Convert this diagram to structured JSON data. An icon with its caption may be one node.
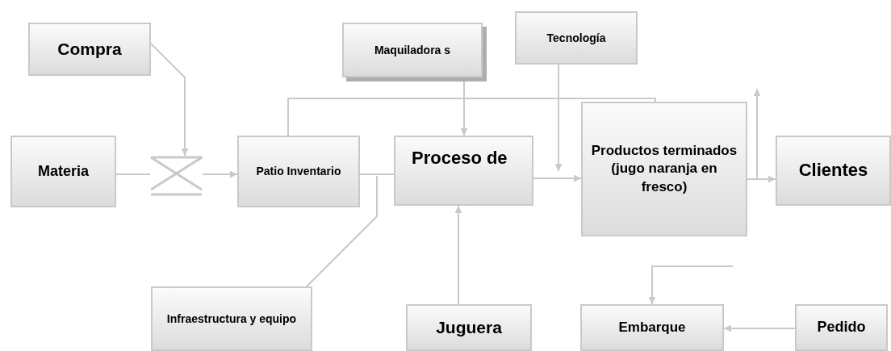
{
  "diagram": {
    "nodes": [
      {
        "text": [
          "Compra"
        ]
      },
      {
        "text": [
          "Maquiladora s"
        ]
      },
      {
        "text": [
          "Tecnología"
        ]
      },
      {
        "text": [
          "Materia"
        ]
      },
      {
        "text": [],
        "shape": "valve"
      },
      {
        "text": [
          "Patio Inventario"
        ]
      },
      {
        "text": [
          "Proceso de"
        ]
      },
      {
        "text": [
          "Productos terminados (jugo naranja en fresco)"
        ]
      },
      {
        "text": [
          "Clientes"
        ]
      },
      {
        "text": [
          "Infraestructura y equipo"
        ]
      },
      {
        "text": [
          "Juguera"
        ]
      },
      {
        "text": [
          "Embarque"
        ]
      },
      {
        "text": [
          "Pedido"
        ]
      }
    ],
    "edges": [
      {
        "from": 0,
        "to": 4,
        "arrow": "to"
      },
      {
        "from": 3,
        "to": 4,
        "arrow": "none"
      },
      {
        "from": 4,
        "to": 5,
        "arrow": "to"
      },
      {
        "from": 5,
        "to": 7,
        "arrow": "none"
      },
      {
        "from": 1,
        "to": 6,
        "arrow": "to"
      },
      {
        "from": 2,
        "to": 7,
        "arrow": "to"
      },
      {
        "from": 5,
        "to": 6,
        "arrow": "none"
      },
      {
        "from": 9,
        "to": null,
        "arrow": "none"
      },
      {
        "from": 10,
        "to": 6,
        "arrow": "to"
      },
      {
        "from": 6,
        "to": 7,
        "arrow": "to"
      },
      {
        "from": 7,
        "to": 8,
        "arrow": "to"
      },
      {
        "from": 7,
        "to": null,
        "arrow": "to"
      },
      {
        "from": null,
        "to": 11,
        "arrow": "to"
      },
      {
        "from": 12,
        "to": 11,
        "arrow": "to"
      }
    ]
  }
}
